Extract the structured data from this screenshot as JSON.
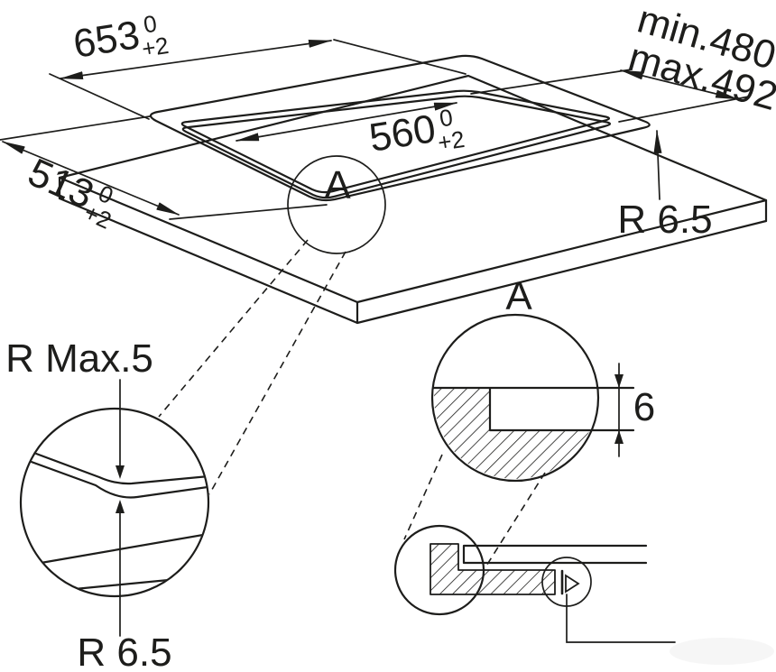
{
  "page": {
    "background": "#ffffff",
    "line_color": "#1d1d1b"
  },
  "main_view": {
    "dim_glass_width": {
      "value": "653",
      "tol_upper": "0",
      "tol_lower": "+2"
    },
    "dim_glass_depth": {
      "value": "513",
      "tol_upper": "0",
      "tol_lower": "+2"
    },
    "dim_cutout_width": {
      "value": "560",
      "tol_upper": "0",
      "tol_lower": "+2"
    },
    "dim_cutout_depth": {
      "min": "min.480",
      "max": "max.492"
    },
    "dim_corner_radius": {
      "label": "R 6.5"
    },
    "detail_marker": {
      "label": "A"
    }
  },
  "corner_detail": {
    "radius_top": {
      "label": "R Max.5"
    },
    "radius_bottom": {
      "label": "R 6.5"
    }
  },
  "section_detail": {
    "title": {
      "label": "A"
    },
    "dim_rebate_depth": {
      "value": "6"
    }
  }
}
